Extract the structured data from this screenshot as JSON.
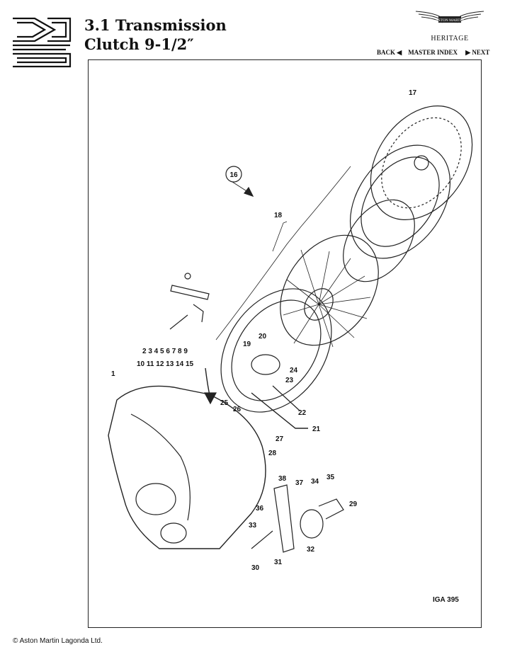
{
  "header": {
    "title_line1": "3.1 Transmission",
    "title_line2": "Clutch 9-1/2″",
    "brand_text": "ASTON MARTIN",
    "brand_sub": "HERITAGE"
  },
  "nav": {
    "back": "BACK",
    "master_index": "MASTER INDEX",
    "next": "NEXT"
  },
  "diagram": {
    "ref_code": "IGA 395",
    "callout_circle": "16",
    "group_row1": "2 3 4 5 6 7 8 9",
    "group_row2": "10 11 12 13 14 15",
    "parts": [
      "1",
      "17",
      "18",
      "19",
      "20",
      "21",
      "22",
      "23",
      "24",
      "25",
      "26",
      "27",
      "28",
      "29",
      "30",
      "31",
      "32",
      "33",
      "34",
      "35",
      "36",
      "37",
      "38"
    ]
  },
  "footer": {
    "copyright": "© Aston Martin Lagonda Ltd."
  }
}
